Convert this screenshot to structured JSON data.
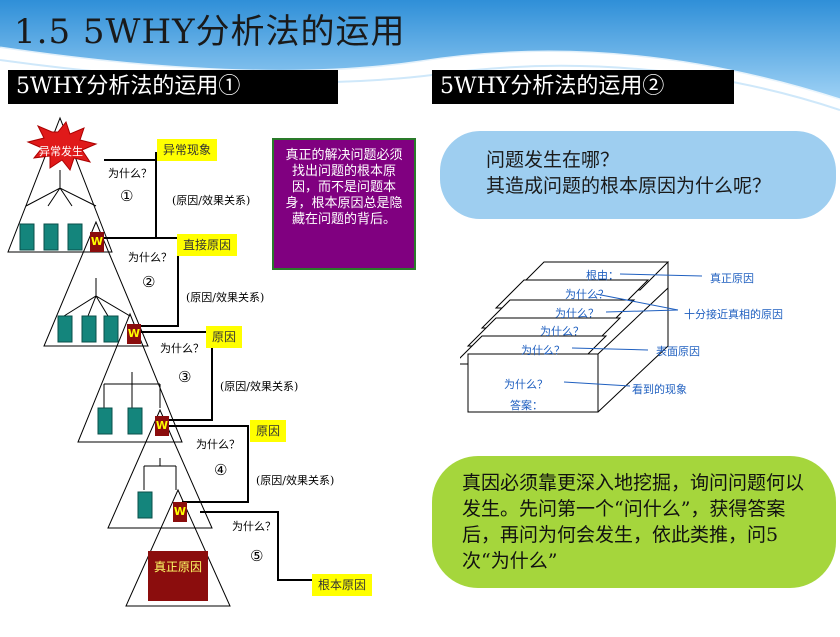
{
  "title": "1.5 5WHY分析法的运用",
  "left_section": {
    "header": "5WHY分析法的运用①",
    "burst_label": "异常发生",
    "labels": [
      "异常现象",
      "直接原因",
      "原因",
      "原因",
      "根本原因"
    ],
    "why_text": "为什么？",
    "why_texts": [
      "为什么？",
      "为什么？",
      "为什么？",
      "为什么？",
      "为什么？"
    ],
    "relation_text": "(原因/效果关系)",
    "relations": [
      "(原因/效果关系)",
      "(原因/效果关系)",
      "(原因/效果关系)",
      "(原因/效果关系)"
    ],
    "steps": [
      "①",
      "②",
      "③",
      "④",
      "⑤"
    ],
    "w_letter": "W",
    "root_box_text": "真正原因",
    "note": "真正的解决问题必须找出问题的根本原因，而不是问题本身，根本原因总是隐藏在问题的背后。"
  },
  "right_section": {
    "header": "5WHY分析法的运用②",
    "question_line1": "问题发生在哪？",
    "question_line2": "其造成问题的根本原因为什么呢？",
    "diagram": {
      "box_labels": [
        "根由：",
        "为什么？",
        "为什么？",
        "为什么？",
        "为什么？",
        "为什么？",
        "答案："
      ],
      "callouts": [
        "真正原因",
        "十分接近真相的原因",
        "表面原因",
        "看到的现象"
      ]
    },
    "conclusion": "真因必须靠更深入地挖掘，询问问题何以发生。先问第一个“问什么”，获得答案后，再问为何会发生，依此类推，问5次“为什么”"
  },
  "colors": {
    "section_bar": "#000000",
    "highlight": "#ffff00",
    "note_bg": "#800080",
    "question_bubble": "#9ecef0",
    "conclusion_bubble": "#a5d63c",
    "pyramid_block": "#14857c",
    "root_box": "#8b0d0d"
  }
}
